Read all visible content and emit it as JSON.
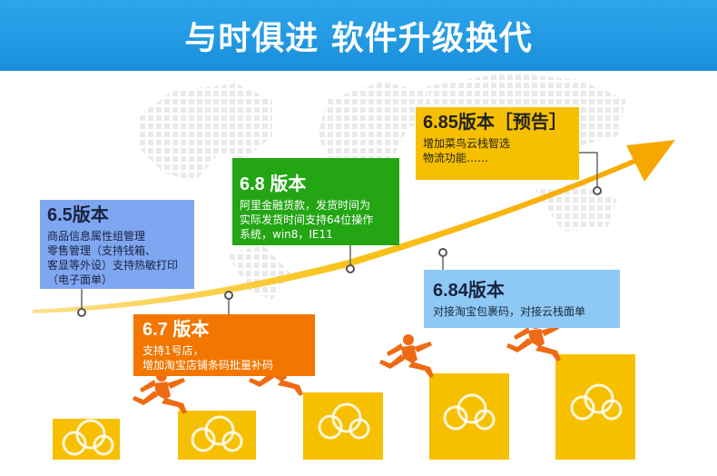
{
  "banner": {
    "title": "与时俱进 软件升级换代"
  },
  "versions": [
    {
      "id": "6.5",
      "title": "6.5版本",
      "body": "商品信息属性组管理\n零售管理（支持钱箱、\n客显等外设）支持热敏打印\n（电子面单）"
    },
    {
      "id": "6.7",
      "title": "6.7 版本",
      "body": "支持1号店，\n增加淘宝店铺条码批量补码"
    },
    {
      "id": "6.8",
      "title": "6.8 版本",
      "body": "阿里金融货款，发货时间为\n实际发货时间支持64位操作\n系统，win8，IE11"
    },
    {
      "id": "6.84",
      "title": "6.84版本",
      "body": "对接淘宝包裹码，对接云栈面单"
    },
    {
      "id": "6.85",
      "title": "6.85版本［预告］",
      "body": "增加菜鸟云栈智选\n物流功能……"
    }
  ],
  "colors": {
    "banner": "#1f96e0",
    "card_65": "#7fa6f1",
    "card_67": "#f27600",
    "card_68": "#23a514",
    "card_684": "#8ec9f6",
    "card_685": "#f6c000",
    "arrow": "#f7b500",
    "runner": "#ee6a13",
    "step": "#f6c000"
  },
  "icons": [
    "cloud-logo-icon",
    "runner-icon",
    "world-map-dots"
  ]
}
